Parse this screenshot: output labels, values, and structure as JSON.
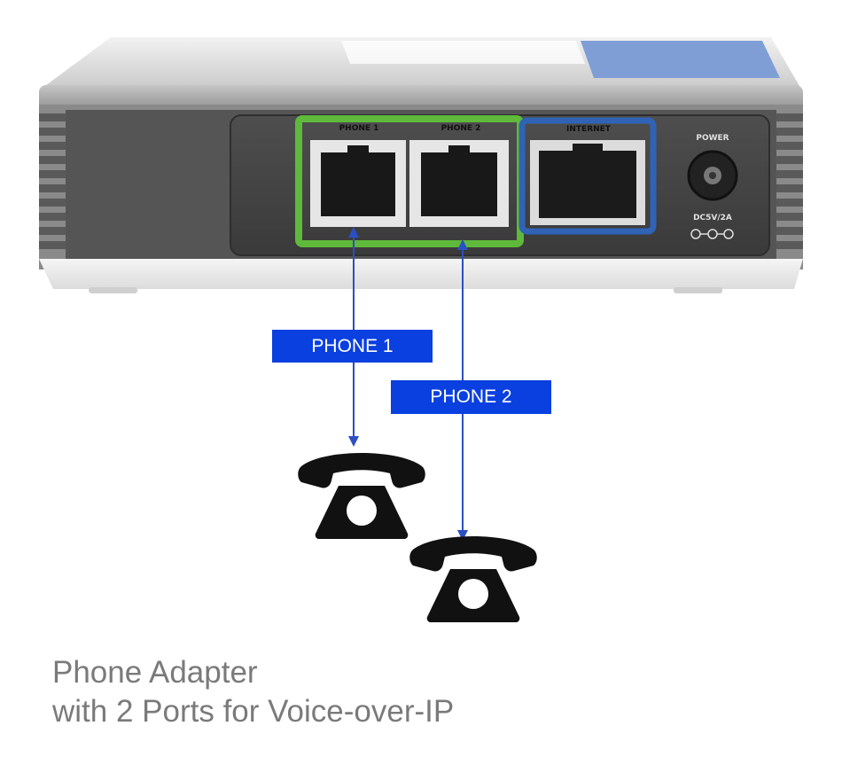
{
  "device": {
    "ports": {
      "phone1": "PHONE 1",
      "phone2": "PHONE 2",
      "internet": "INTERNET",
      "power": "POWER",
      "power_rating": "DC5V/2A"
    },
    "colors": {
      "phone_ports_frame": "#5fb93a",
      "internet_port_frame": "#2f63b5",
      "accent_stripe": "#7f9ed6"
    }
  },
  "callouts": {
    "phone1": "PHONE 1",
    "phone2": "PHONE 2",
    "color": "#0a3fe0",
    "arrow_color": "#2b4fc4"
  },
  "icons": [
    "telephone-icon",
    "telephone-icon"
  ],
  "caption": {
    "line1": "Phone Adapter",
    "line2": "with 2 Ports for Voice-over-IP",
    "color": "#7a7a7a"
  }
}
